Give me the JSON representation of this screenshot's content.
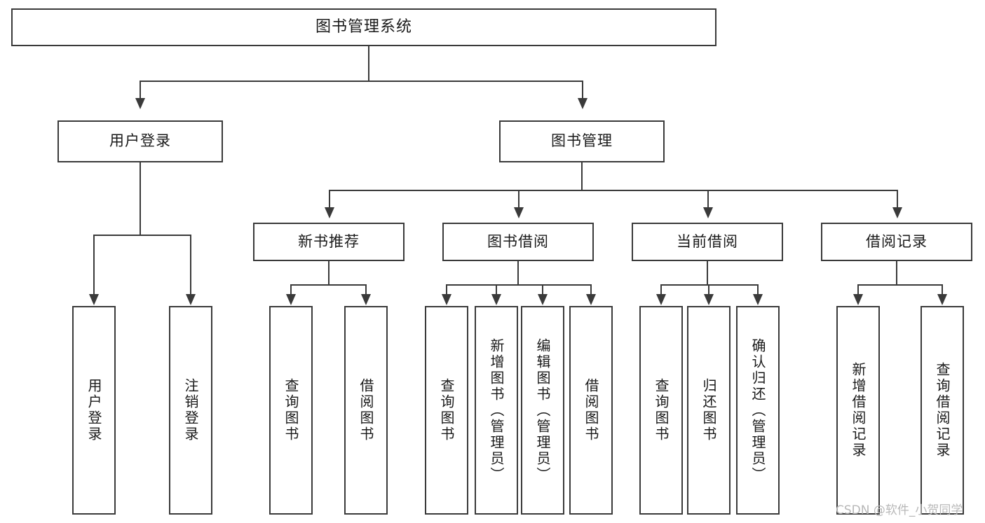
{
  "diagram": {
    "title": "图书管理系统",
    "type": "功能结构图",
    "root": {
      "id": "root",
      "label": "图书管理系统"
    },
    "level2": [
      {
        "id": "user-login",
        "label": "用户登录"
      },
      {
        "id": "book-manage",
        "label": "图书管理"
      }
    ],
    "level3": [
      {
        "id": "new-book-rec",
        "label": "新书推荐"
      },
      {
        "id": "book-borrow",
        "label": "图书借阅"
      },
      {
        "id": "current-borrow",
        "label": "当前借阅"
      },
      {
        "id": "borrow-record",
        "label": "借阅记录"
      }
    ],
    "leaves": {
      "user-login": [
        {
          "id": "leaf-user-login",
          "label": "用户登录"
        },
        {
          "id": "leaf-user-logout",
          "label": "注销登录"
        }
      ],
      "new-book-rec": [
        {
          "id": "leaf-query-book-1",
          "label": "查询图书"
        },
        {
          "id": "leaf-borrow-book-1",
          "label": "借阅图书"
        }
      ],
      "book-borrow": [
        {
          "id": "leaf-query-book-2",
          "label": "查询图书"
        },
        {
          "id": "leaf-add-book",
          "label": "新增图书（管理员）"
        },
        {
          "id": "leaf-edit-book",
          "label": "编辑图书（管理员）"
        },
        {
          "id": "leaf-borrow-book-2",
          "label": "借阅图书"
        }
      ],
      "current-borrow": [
        {
          "id": "leaf-query-book-3",
          "label": "查询图书"
        },
        {
          "id": "leaf-return-book",
          "label": "归还图书"
        },
        {
          "id": "leaf-confirm-return",
          "label": "确认归还（管理员）"
        }
      ],
      "borrow-record": [
        {
          "id": "leaf-add-record",
          "label": "新增借阅记录"
        },
        {
          "id": "leaf-query-record",
          "label": "查询借阅记录"
        }
      ]
    }
  },
  "watermark": {
    "text": "CSDN @软件_小贺同学"
  },
  "colors": {
    "stroke": "#3a3a3a",
    "background": "#ffffff",
    "text": "#1a1a1a",
    "watermark": "#b8b8b8"
  }
}
